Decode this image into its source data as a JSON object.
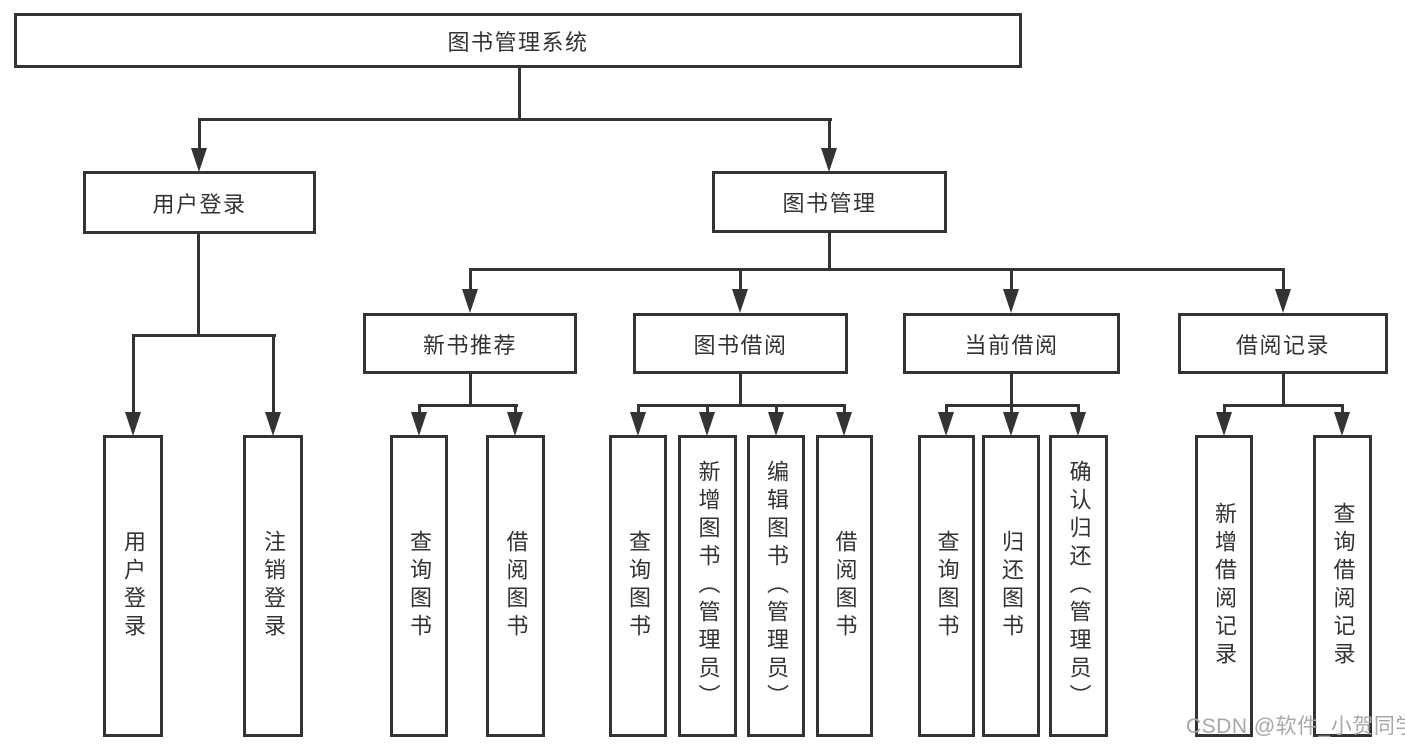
{
  "nodes": {
    "root": "图书管理系统",
    "l2": [
      "用户登录",
      "图书管理"
    ],
    "l3": [
      "新书推荐",
      "图书借阅",
      "当前借阅",
      "借阅记录"
    ],
    "l4": {
      "userLogin": [
        "用户登录",
        "注销登录"
      ],
      "newBook": [
        "查询图书",
        "借阅图书"
      ],
      "borrow": [
        "查询图书",
        "新增图书（管理员）",
        "编辑图书（管理员）",
        "借阅图书"
      ],
      "current": [
        "查询图书",
        "归还图书",
        "确认归还（管理员）"
      ],
      "records": [
        "新增借阅记录",
        "查询借阅记录"
      ]
    }
  },
  "watermark": "CSDN @软件_小贺同学",
  "colors": {
    "line": "#333333",
    "text": "#333333",
    "watermark": "#a8a8a8",
    "background": "#ffffff"
  }
}
